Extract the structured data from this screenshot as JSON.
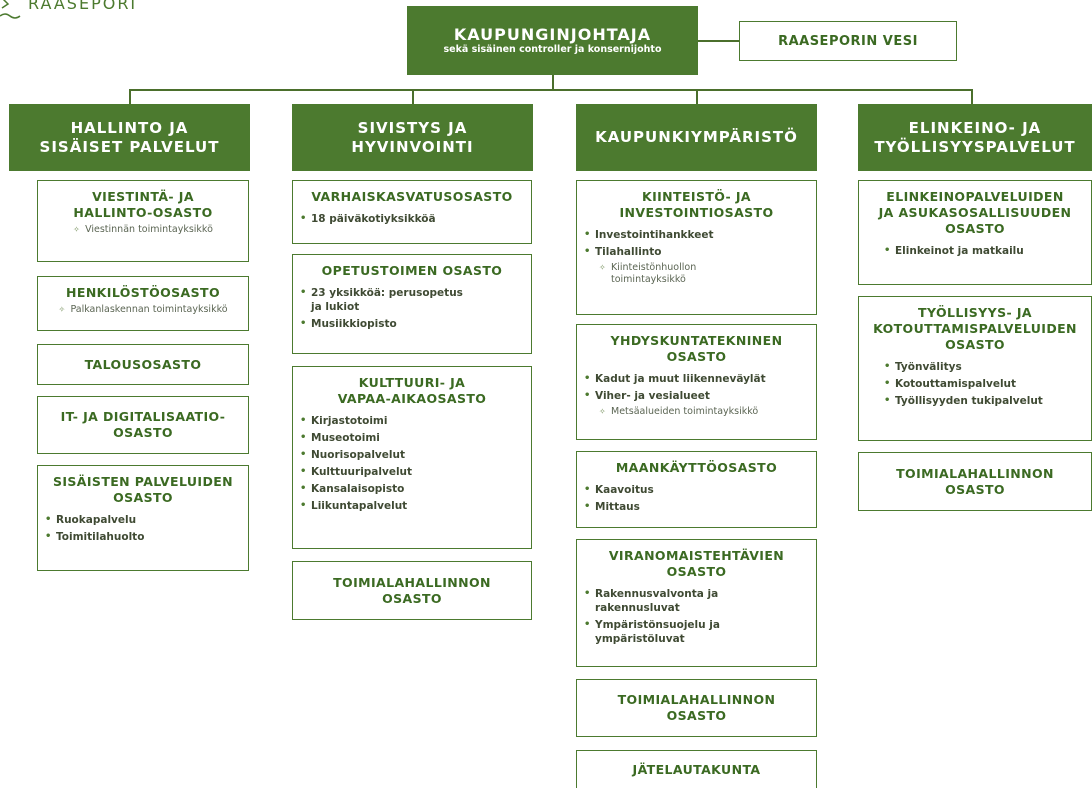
{
  "logo": {
    "text": "RAASEPORI"
  },
  "top": {
    "title": "KAUPUNGINJOHTAJA",
    "subtitle": "sekä sisäinen controller ja konsernijohto"
  },
  "side_box": {
    "label": "RAASEPORIN VESI"
  },
  "columns": [
    {
      "header": "HALLINTO JA\nSISÄISET PALVELUT",
      "cards": [
        {
          "title": "VIESTINTÄ- JA\nHALLINTO-OSASTO",
          "subs": [
            "Viestinnän toimintayksikkö"
          ]
        },
        {
          "title": "HENKILÖSTÖOSASTO",
          "subs": [
            "Palkanlaskennan toimintayksikkö"
          ]
        },
        {
          "title": "TALOUSOSASTO"
        },
        {
          "title": "IT- JA DIGITALISAATIO-\nOSASTO"
        },
        {
          "title": "SISÄISTEN  PALVELUIDEN\nOSASTO",
          "items": [
            "Ruokapalvelu",
            "Toimitilahuolto"
          ]
        }
      ]
    },
    {
      "header": "SIVISTYS JA\nHYVINVOINTI",
      "cards": [
        {
          "title": "VARHAISKASVATUSOSASTO",
          "items": [
            "18 päiväkotiyksikköä"
          ]
        },
        {
          "title": "OPETUSTOIMEN OSASTO",
          "items": [
            "23 yksikköä: perusopetus\nja lukiot",
            "Musiikkiopisto"
          ]
        },
        {
          "title": "KULTTUURI- JA\nVAPAA-AIKAOSASTO",
          "items": [
            "Kirjastotoimi",
            "Museotoimi",
            "Nuorisopalvelut",
            "Kulttuuripalvelut",
            "Kansalaisopisto",
            "Liikuntapalvelut"
          ]
        },
        {
          "title": "TOIMIALAHALLINNON\nOSASTO"
        }
      ]
    },
    {
      "header": "KAUPUNKIYMPÄRISTÖ",
      "cards": [
        {
          "title": "KIINTEISTÖ- JA\nINVESTOINTIOSASTO",
          "items": [
            "Investointihankkeet",
            "Tilahallinto"
          ],
          "subs": [
            "Kiinteistönhuollon\ntoimintayksikkö"
          ]
        },
        {
          "title": "YHDYSKUNTATEKNINEN\nOSASTO",
          "items": [
            "Kadut ja muut liikenneväylät",
            "Viher- ja vesialueet"
          ],
          "subs": [
            "Metsäalueiden toimintayksikkö"
          ]
        },
        {
          "title": "MAANKÄYTTÖOSASTO",
          "items": [
            "Kaavoitus",
            "Mittaus"
          ]
        },
        {
          "title": "VIRANOMAISTEHTÄVIEN\nOSASTO",
          "items": [
            "Rakennusvalvonta ja\nrakennusluvat",
            "Ympäristönsuojelu ja\nympäristöluvat"
          ]
        },
        {
          "title": "TOIMIALAHALLINNON\nOSASTO"
        },
        {
          "title": "JÄTELAUTAKUNTA"
        }
      ]
    },
    {
      "header": "ELINKEINO- JA\nTYÖLLISYYSPALVELUT",
      "cards": [
        {
          "title": "ELINKEINOPALVELUIDEN\nJA ASUKASOSALLISUUDEN\nOSASTO",
          "items": [
            "Elinkeinot ja matkailu"
          ]
        },
        {
          "title": "TYÖLLISYYS- JA\nKOTOUTTAMISPALVELUIDEN\nOSASTO",
          "items": [
            "Työnvälitys",
            "Kotouttamispalvelut",
            "Työllisyyden tukipalvelut"
          ]
        },
        {
          "title": "TOIMIALAHALLINNON\nOSASTO"
        }
      ]
    }
  ]
}
